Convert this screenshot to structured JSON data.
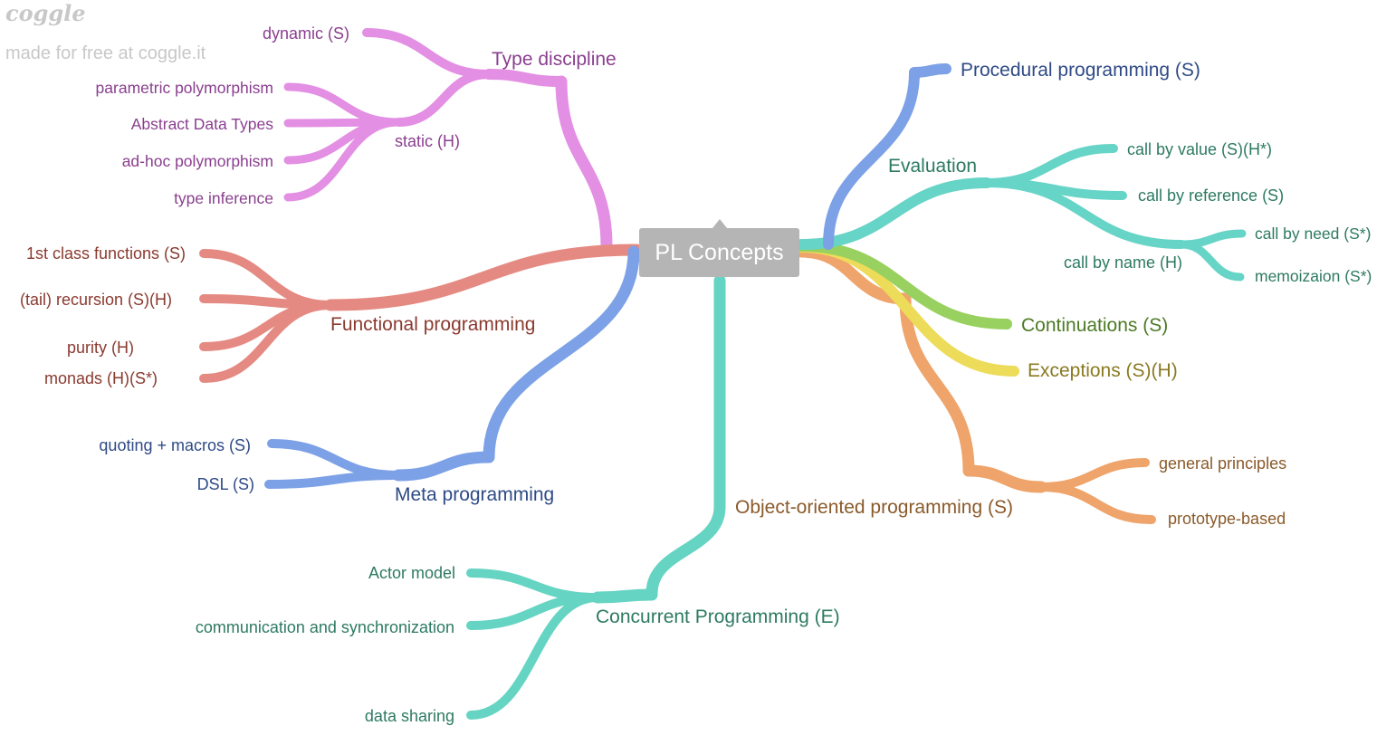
{
  "watermark": {
    "logo": "coggle",
    "text": "made for free at coggle.it"
  },
  "center": {
    "label": "PL Concepts"
  },
  "colors": {
    "type": "#e38fe3",
    "type_text": "#8a3f8f",
    "func": "#e58a82",
    "func_text": "#8a3a2f",
    "meta": "#7da1e6",
    "meta_text": "#2e4a86",
    "conc": "#66d4c3",
    "conc_text": "#2d7a62",
    "proc": "#7da1e6",
    "proc_text": "#2e4a86",
    "eval": "#66d4c6",
    "eval_text": "#2d7a62",
    "cont": "#98d15f",
    "cont_text": "#4c7a26",
    "exc": "#eddb5a",
    "exc_text": "#8a7a22",
    "oop": "#eea46a",
    "oop_text": "#8a5a2a"
  },
  "branches": {
    "type_discipline": {
      "label": "Type discipline",
      "dynamic": "dynamic (S)",
      "static": "static (H)",
      "static_children": [
        "parametric polymorphism",
        "Abstract Data Types",
        "ad-hoc polymorphism",
        "type inference"
      ]
    },
    "functional": {
      "label": "Functional programming",
      "children": [
        "1st class functions (S)",
        "(tail) recursion (S)(H)",
        "purity (H)",
        "monads (H)(S*)"
      ]
    },
    "meta": {
      "label": "Meta programming",
      "children": [
        "quoting + macros (S)",
        "DSL (S)"
      ]
    },
    "concurrent": {
      "label": "Concurrent Programming (E)",
      "children": [
        "Actor model",
        "communication and synchronization",
        "data sharing"
      ]
    },
    "procedural": {
      "label": "Procedural programming (S)"
    },
    "evaluation": {
      "label": "Evaluation",
      "value": "call by value (S)(H*)",
      "reference": "call by reference (S)",
      "name": "call by name (H)",
      "name_children": [
        "call by need (S*)",
        "memoizaion (S*)"
      ]
    },
    "continuations": {
      "label": "Continuations (S)"
    },
    "exceptions": {
      "label": "Exceptions (S)(H)"
    },
    "oop": {
      "label": "Object-oriented programming (S)",
      "children": [
        "general principles",
        "prototype-based"
      ]
    }
  }
}
